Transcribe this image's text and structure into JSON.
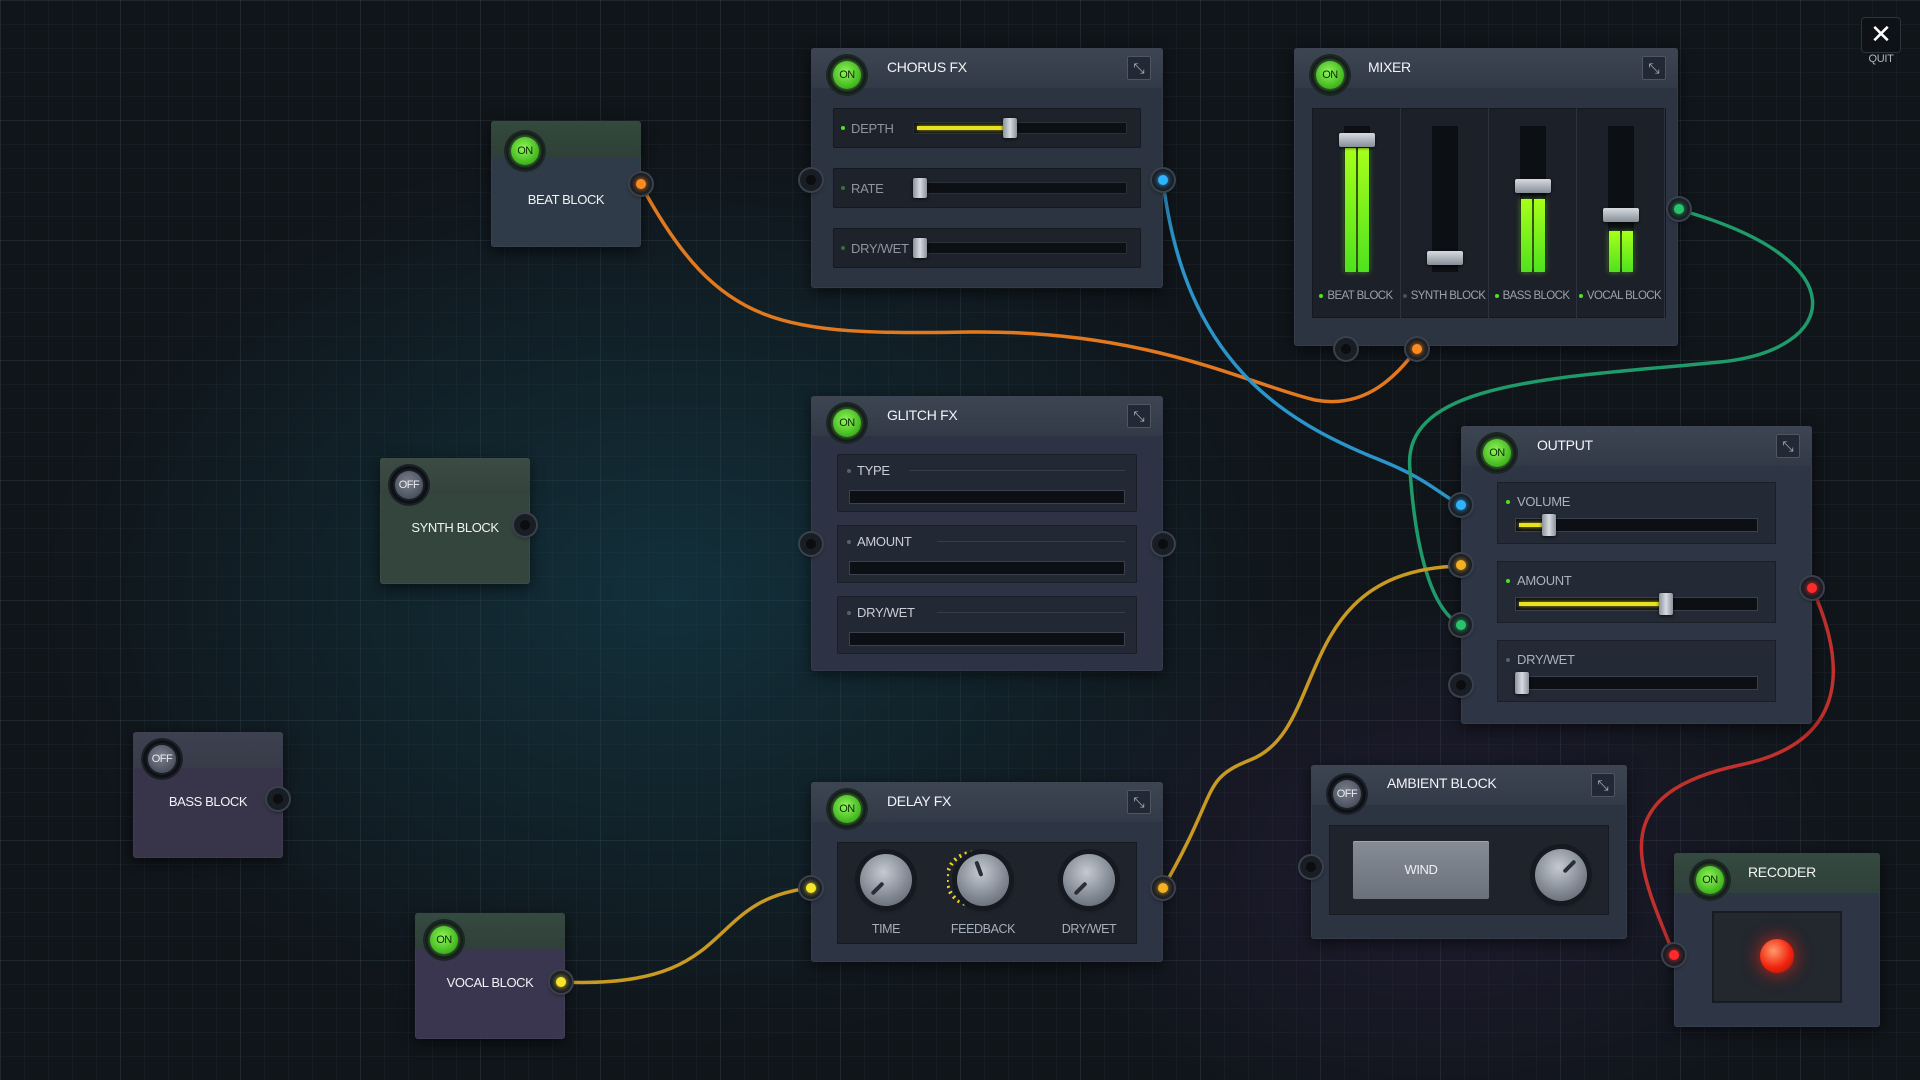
{
  "quit": {
    "icon": "✕",
    "label": "QUIT"
  },
  "power": {
    "on": "ON",
    "off": "OFF"
  },
  "collapse_icon": "⤡",
  "beat_block": {
    "label": "BEAT BLOCK",
    "state": "ON"
  },
  "synth_block": {
    "label": "SYNTH BLOCK",
    "state": "OFF"
  },
  "bass_block": {
    "label": "BASS BLOCK",
    "state": "OFF"
  },
  "vocal_block": {
    "label": "VOCAL BLOCK",
    "state": "ON"
  },
  "chorus_fx": {
    "title": "CHORUS FX",
    "state": "ON",
    "sliders": [
      {
        "label": "DEPTH",
        "value": 0.45
      },
      {
        "label": "RATE",
        "value": 0.0
      },
      {
        "label": "DRY/WET",
        "value": 0.0
      }
    ]
  },
  "glitch_fx": {
    "title": "GLITCH FX",
    "state": "ON",
    "params": [
      {
        "label": "TYPE"
      },
      {
        "label": "AMOUNT"
      },
      {
        "label": "DRY/WET"
      }
    ]
  },
  "delay_fx": {
    "title": "DELAY FX",
    "state": "ON",
    "knobs": [
      {
        "label": "TIME"
      },
      {
        "label": "FEEDBACK"
      },
      {
        "label": "DRY/WET"
      }
    ]
  },
  "mixer": {
    "title": "MIXER",
    "state": "ON",
    "channels": [
      {
        "label": "BEAT BLOCK",
        "active": true,
        "fader": 0.95,
        "level": 0.85
      },
      {
        "label": "SYNTH BLOCK",
        "active": false,
        "fader": 0.05,
        "level": 0.0
      },
      {
        "label": "BASS BLOCK",
        "active": true,
        "fader": 0.6,
        "level": 0.5
      },
      {
        "label": "VOCAL BLOCK",
        "active": true,
        "fader": 0.38,
        "level": 0.28
      }
    ]
  },
  "output": {
    "title": "OUTPUT",
    "state": "ON",
    "sliders": [
      {
        "label": "VOLUME",
        "active": true,
        "value": 0.12
      },
      {
        "label": "AMOUNT",
        "active": true,
        "value": 0.63
      },
      {
        "label": "DRY/WET",
        "active": false,
        "value": 0.0
      }
    ]
  },
  "ambient_block": {
    "title": "AMBIENT BLOCK",
    "state": "OFF",
    "button": "WIND"
  },
  "recorder": {
    "title": "RECODER",
    "state": "ON"
  },
  "wire_colors": {
    "orange": "#e2791f",
    "blue": "#2b94c8",
    "green": "#1f9a6a",
    "gold": "#c99a22",
    "red": "#c0302c"
  }
}
